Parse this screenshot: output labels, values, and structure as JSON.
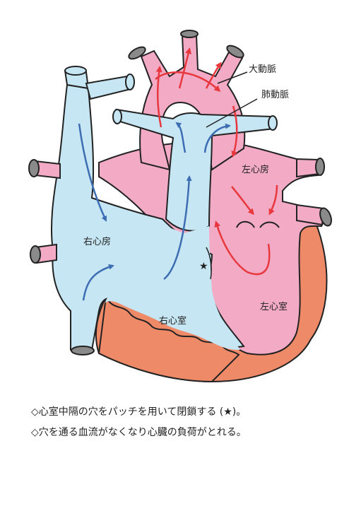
{
  "labels": {
    "aorta": "大動脈",
    "pulmonary_artery": "肺動脈",
    "left_atrium": "左心房",
    "right_atrium": "右心房",
    "right_ventricle": "右心室",
    "left_ventricle": "左心室",
    "patch_star": "★"
  },
  "captions": [
    "◇心室中隔の穴をパッチを用いて閉鎖する (★)。",
    "◇穴を通る血流がなくなり心臓の負荷がとれる。"
  ],
  "colors": {
    "venous_blue": "#c5e6f2",
    "arterial_pink": "#f2aac5",
    "myocardium": "#ef8a68",
    "vessel_cap": "#8a8a8a",
    "arrow_blue": "#3d6db3",
    "arrow_red": "#e8383d",
    "outline": "#222222"
  }
}
